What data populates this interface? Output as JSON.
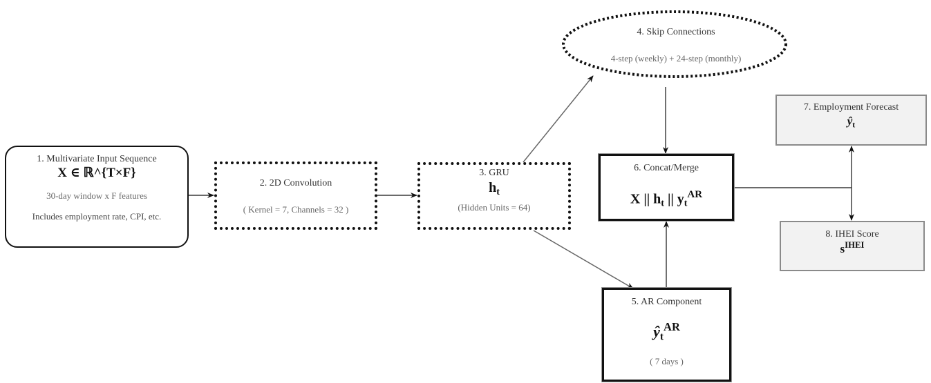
{
  "diagram": {
    "colors": {
      "stroke": "#111111",
      "edge_gray": "#666666",
      "output_fill": "#f2f2f2",
      "output_border": "#8a8a8a",
      "subtitle_text": "#666666"
    },
    "nodes": {
      "input": {
        "title": "1. Multivariate Input Sequence",
        "math": "X ∈ ℝ^{T×F}",
        "detail1": "30-day window x F features",
        "detail2": "Includes employment rate, CPI, etc.",
        "style": "rounded-solid"
      },
      "conv": {
        "title": "2. 2D Convolution",
        "detail": "( Kernel = 7, Channels = 32 )",
        "style": "dotted"
      },
      "gru": {
        "title": "3. GRU",
        "math_base": "h",
        "math_sub": "t",
        "detail": "(Hidden Units = 64)",
        "style": "dotted"
      },
      "skip": {
        "title": "4. Skip Connections",
        "detail": "4-step (weekly) + 24-step (monthly)",
        "style": "dotted-ellipse"
      },
      "ar": {
        "title": "5. AR Component",
        "math_base": "ŷ",
        "math_sub": "t",
        "math_sup": "AR",
        "detail": "( 7 days )",
        "style": "solid"
      },
      "concat": {
        "title": "6. Concat/Merge",
        "math_a": "X || h",
        "math_a_sub": "t",
        "math_b": " || y",
        "math_b_sub": "t",
        "math_sup": "AR",
        "style": "solid"
      },
      "forecast": {
        "title": "7. Employment Forecast",
        "math_base": "ŷ",
        "math_sub": "t",
        "style": "output"
      },
      "score": {
        "title": "8. IHEI Score",
        "math_base": "s",
        "math_sup": "IHEI",
        "style": "output"
      }
    },
    "edges": [
      {
        "from": "input",
        "to": "conv"
      },
      {
        "from": "conv",
        "to": "gru"
      },
      {
        "from": "gru",
        "to": "skip"
      },
      {
        "from": "gru",
        "to": "ar"
      },
      {
        "from": "skip",
        "to": "concat"
      },
      {
        "from": "ar",
        "to": "concat"
      },
      {
        "from": "concat",
        "to": "forecast"
      },
      {
        "from": "concat",
        "to": "score"
      }
    ]
  }
}
